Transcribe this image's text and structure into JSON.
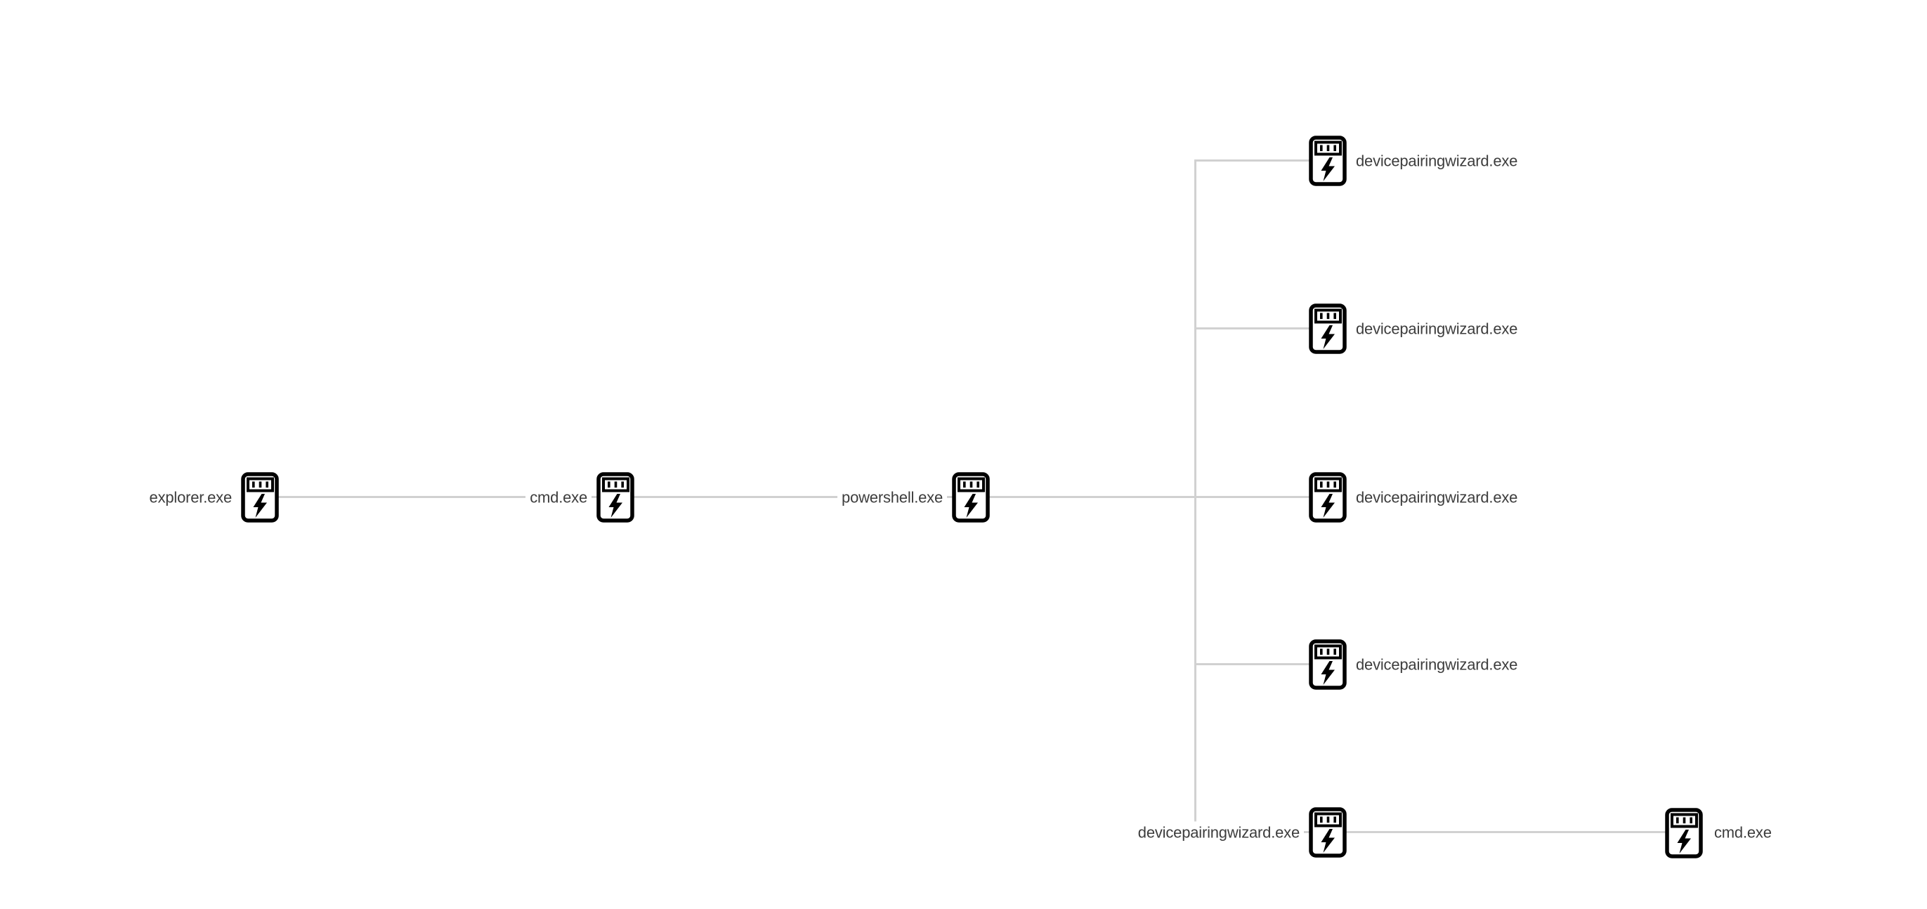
{
  "diagram": {
    "type": "process-tree",
    "background_color": "#ffffff",
    "edge_color": "#d1d1d1",
    "label_color": "#3d3d3d",
    "icon_color": "#000000",
    "icon_glyph": "process-bolt-icon",
    "nodes": [
      {
        "id": "explorer",
        "label": "explorer.exe"
      },
      {
        "id": "cmd-1",
        "label": "cmd.exe"
      },
      {
        "id": "powershell",
        "label": "powershell.exe"
      },
      {
        "id": "dpw-1",
        "label": "devicepairingwizard.exe"
      },
      {
        "id": "dpw-2",
        "label": "devicepairingwizard.exe"
      },
      {
        "id": "dpw-3",
        "label": "devicepairingwizard.exe"
      },
      {
        "id": "dpw-4",
        "label": "devicepairingwizard.exe"
      },
      {
        "id": "dpw-5",
        "label": "devicepairingwizard.exe"
      },
      {
        "id": "cmd-2",
        "label": "cmd.exe"
      }
    ],
    "edges": [
      {
        "from": "explorer",
        "to": "cmd-1"
      },
      {
        "from": "cmd-1",
        "to": "powershell"
      },
      {
        "from": "powershell",
        "to": "dpw-1"
      },
      {
        "from": "powershell",
        "to": "dpw-2"
      },
      {
        "from": "powershell",
        "to": "dpw-3"
      },
      {
        "from": "powershell",
        "to": "dpw-4"
      },
      {
        "from": "powershell",
        "to": "dpw-5"
      },
      {
        "from": "dpw-5",
        "to": "cmd-2"
      }
    ]
  }
}
